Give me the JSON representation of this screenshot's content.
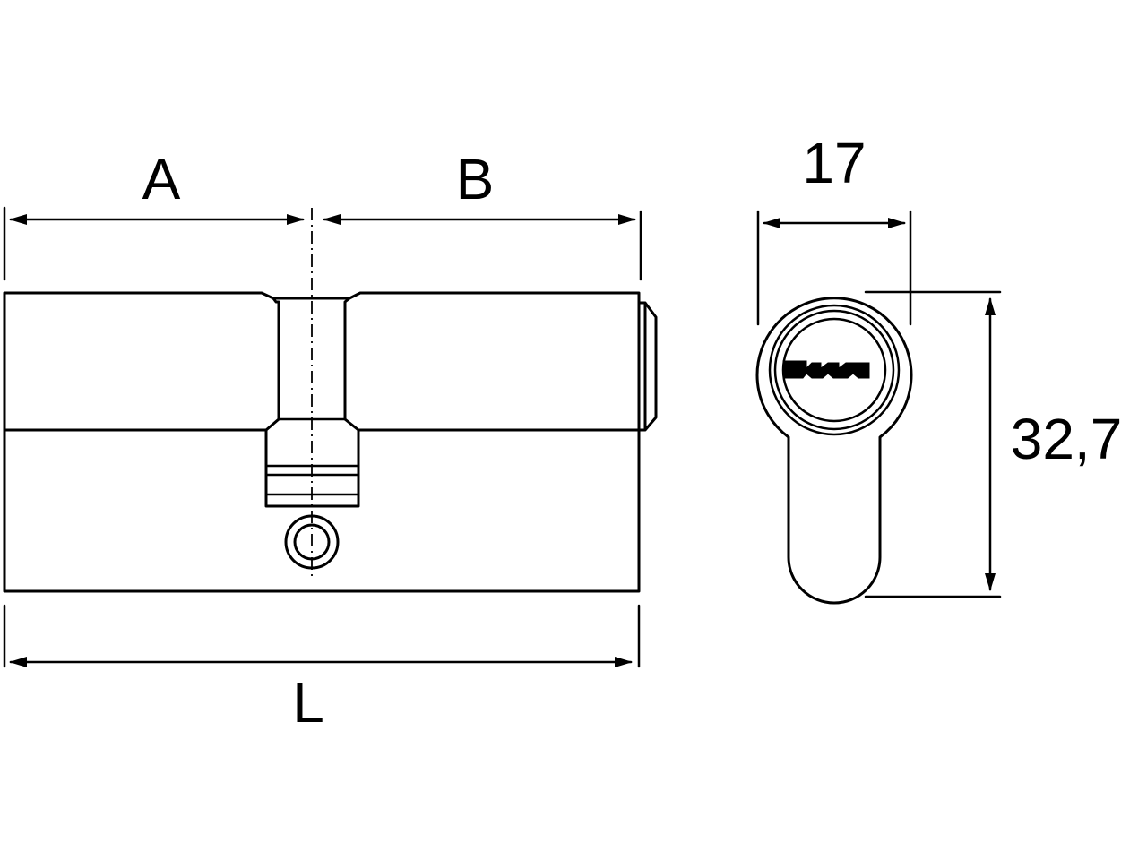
{
  "labels": {
    "a": "A",
    "b": "B",
    "l": "L",
    "width": "17",
    "height": "32,7"
  },
  "colors": {
    "stroke": "#000000",
    "background": "#ffffff"
  }
}
